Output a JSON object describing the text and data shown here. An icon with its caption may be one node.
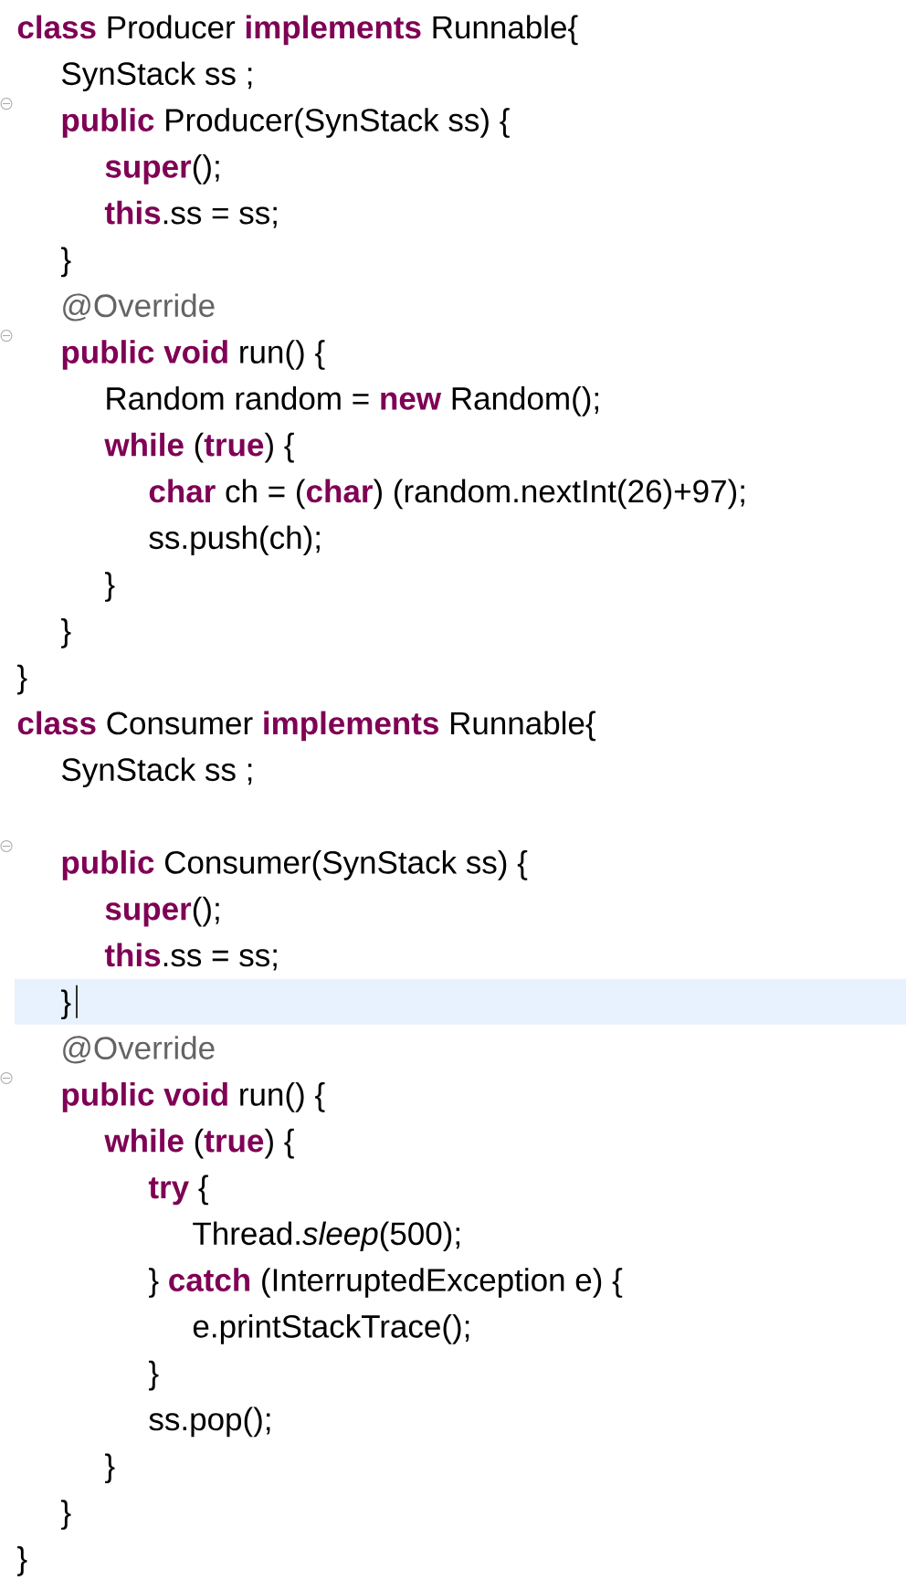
{
  "diagram": {
    "labels": [
      "**class** Producer **implements** Runnable{",
      "SynStack ss ;",
      "**public** Producer(SynStack ss) {",
      "**super**();",
      "**this**.ss = ss;",
      "}",
      "@Override",
      "**public** **void** run() {",
      "Random random = **new** Random();",
      "**while** (**true**) {",
      "**char** ch = (**char**) (random.nextInt(26)+97);",
      "ss.push(ch);",
      "}",
      "}",
      "}",
      "**class** Consumer **implements** Runnable{",
      "SynStack ss ;",
      "**public** Consumer(SynStack ss) {",
      "**super**();",
      "**this**.ss = ss;",
      "}",
      "@Override",
      "**public** **void** run() {",
      "**while** (**true**) {",
      "**try** {",
      "Thread.*sleep*(500);",
      "} **catch** (InterruptedException e) {",
      "e.printStackTrace();",
      "}",
      "ss.pop();",
      "}",
      "}",
      "}"
    ]
  }
}
